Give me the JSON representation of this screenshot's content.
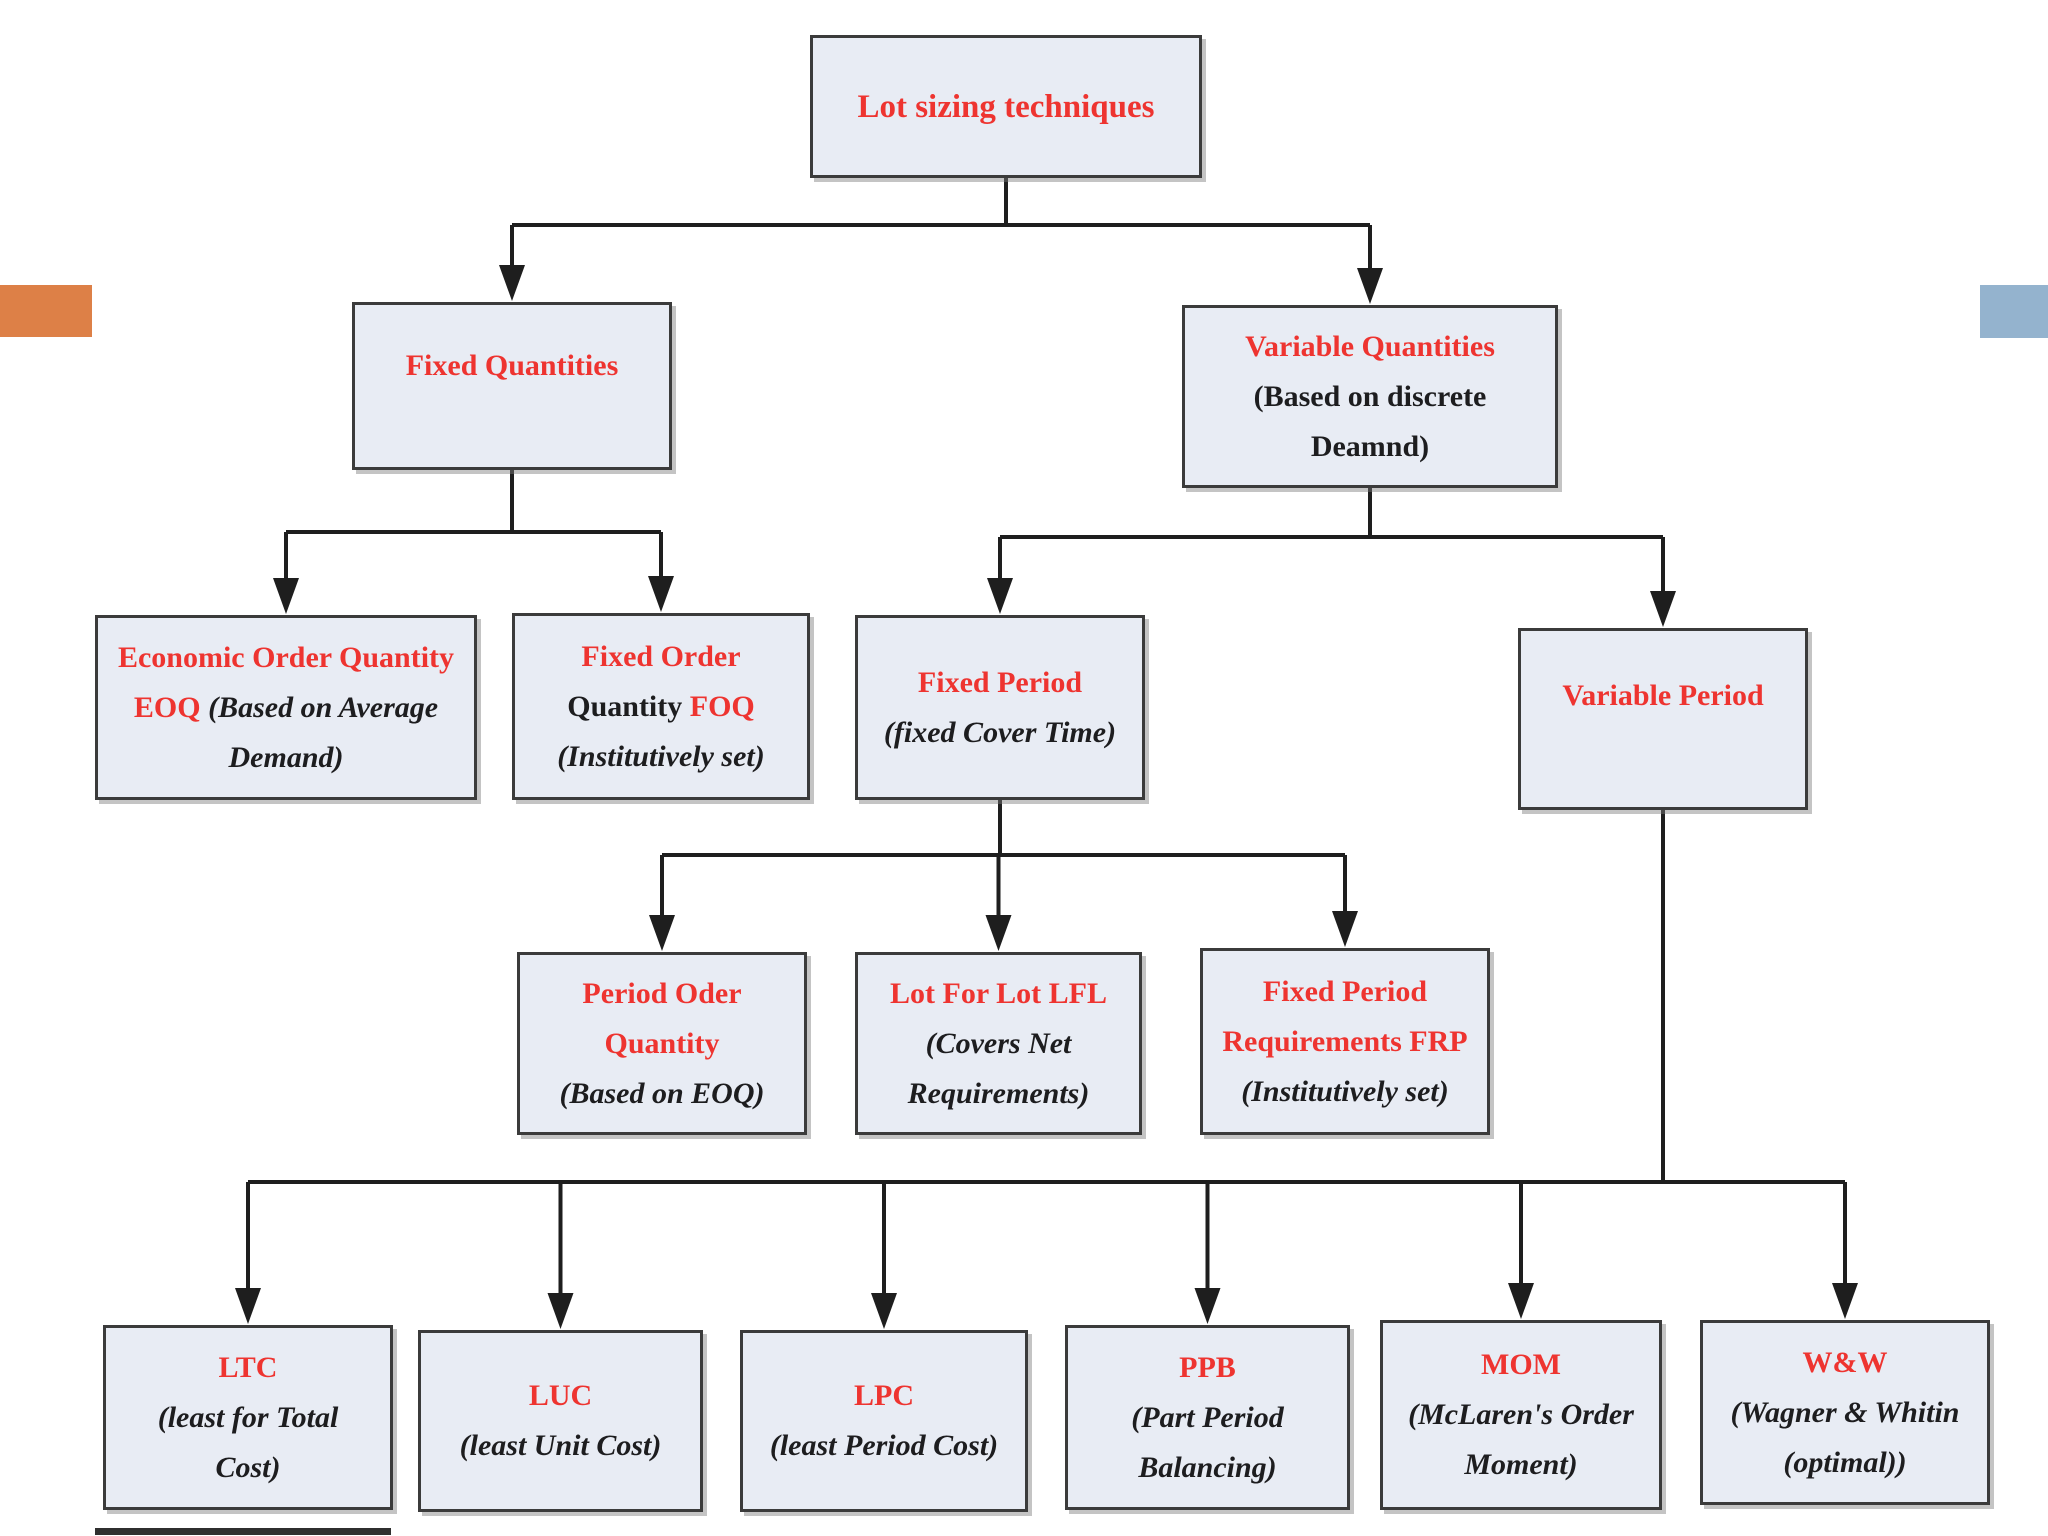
{
  "diagram": {
    "title": "Lot sizing techniques",
    "colors": {
      "background": "#ffffff",
      "node_fill": "#e8ecf4",
      "node_border": "#3b3b3b",
      "red_text": "#ee3430",
      "dark_text": "#1d1d1f",
      "connector": "#1e1e1e",
      "left_accent_bar": "#dd8047",
      "right_accent_bar": "#94b3ce"
    },
    "nodes": [
      {
        "id": "root",
        "lines": [
          [
            {
              "t": "Lot sizing techniques",
              "c": "red"
            }
          ]
        ]
      },
      {
        "id": "fixed-quantities",
        "lines": [
          [
            {
              "t": "Fixed Quantities",
              "c": "red"
            }
          ]
        ]
      },
      {
        "id": "variable-quantities",
        "lines": [
          [
            {
              "t": "Variable Quantities",
              "c": "red"
            }
          ],
          [
            {
              "t": "(Based on discrete",
              "c": "dark"
            }
          ],
          [
            {
              "t": "Deamnd)",
              "c": "dark"
            }
          ]
        ]
      },
      {
        "id": "eoq",
        "lines": [
          [
            {
              "t": "Economic Order Quantity",
              "c": "red"
            }
          ],
          [
            {
              "t": "EOQ ",
              "c": "red"
            },
            {
              "t": "(Based on Average",
              "c": "dark",
              "i": true
            }
          ],
          [
            {
              "t": "Demand)",
              "c": "dark",
              "i": true
            }
          ]
        ]
      },
      {
        "id": "foq",
        "lines": [
          [
            {
              "t": "Fixed Order",
              "c": "red"
            }
          ],
          [
            {
              "t": "Quantity ",
              "c": "dark"
            },
            {
              "t": "FOQ",
              "c": "red"
            }
          ],
          [
            {
              "t": "(Institutively set)",
              "c": "dark",
              "i": true
            }
          ]
        ]
      },
      {
        "id": "fixed-period",
        "lines": [
          [
            {
              "t": "Fixed Period",
              "c": "red"
            }
          ],
          [
            {
              "t": "(fixed Cover Time)",
              "c": "dark",
              "i": true
            }
          ]
        ]
      },
      {
        "id": "variable-period",
        "lines": [
          [
            {
              "t": "Variable Period",
              "c": "red"
            }
          ]
        ]
      },
      {
        "id": "poq",
        "lines": [
          [
            {
              "t": "Period Oder",
              "c": "red"
            }
          ],
          [
            {
              "t": "Quantity",
              "c": "red"
            }
          ],
          [
            {
              "t": "(Based on EOQ)",
              "c": "dark",
              "i": true
            }
          ]
        ]
      },
      {
        "id": "lfl",
        "lines": [
          [
            {
              "t": "Lot For Lot LFL",
              "c": "red"
            }
          ],
          [
            {
              "t": "(Covers Net",
              "c": "dark",
              "i": true
            }
          ],
          [
            {
              "t": "Requirements)",
              "c": "dark",
              "i": true
            }
          ]
        ]
      },
      {
        "id": "frp",
        "lines": [
          [
            {
              "t": "Fixed Period",
              "c": "red"
            }
          ],
          [
            {
              "t": "Requirements FRP",
              "c": "red"
            }
          ],
          [
            {
              "t": "(Institutively set)",
              "c": "dark",
              "i": true
            }
          ]
        ]
      },
      {
        "id": "ltc",
        "lines": [
          [
            {
              "t": "LTC",
              "c": "red"
            }
          ],
          [
            {
              "t": "(least for Total",
              "c": "dark",
              "i": true
            }
          ],
          [
            {
              "t": "Cost)",
              "c": "dark",
              "i": true
            }
          ]
        ]
      },
      {
        "id": "luc",
        "lines": [
          [
            {
              "t": "LUC",
              "c": "red"
            }
          ],
          [
            {
              "t": "(least Unit Cost)",
              "c": "dark",
              "i": true
            }
          ]
        ]
      },
      {
        "id": "lpc",
        "lines": [
          [
            {
              "t": "LPC",
              "c": "red"
            }
          ],
          [
            {
              "t": "(least Period Cost)",
              "c": "dark",
              "i": true
            }
          ]
        ]
      },
      {
        "id": "ppb",
        "lines": [
          [
            {
              "t": "PPB",
              "c": "red"
            }
          ],
          [
            {
              "t": "(Part Period",
              "c": "dark",
              "i": true
            }
          ],
          [
            {
              "t": "Balancing)",
              "c": "dark",
              "i": true
            }
          ]
        ]
      },
      {
        "id": "mom",
        "lines": [
          [
            {
              "t": "MOM",
              "c": "red"
            }
          ],
          [
            {
              "t": "(McLaren's Order",
              "c": "dark",
              "i": true
            }
          ],
          [
            {
              "t": "Moment)",
              "c": "dark",
              "i": true
            }
          ]
        ]
      },
      {
        "id": "ww",
        "lines": [
          [
            {
              "t": "W&W",
              "c": "red"
            }
          ],
          [
            {
              "t": "(Wagner & Whitin",
              "c": "dark",
              "i": true
            }
          ],
          [
            {
              "t": "(optimal))",
              "c": "dark",
              "i": true
            }
          ]
        ]
      }
    ],
    "edges": [
      {
        "parent": "root",
        "children": [
          "fixed-quantities",
          "variable-quantities"
        ]
      },
      {
        "parent": "fixed-quantities",
        "children": [
          "eoq",
          "foq"
        ]
      },
      {
        "parent": "variable-quantities",
        "children": [
          "fixed-period",
          "variable-period"
        ]
      },
      {
        "parent": "fixed-period",
        "children": [
          "poq",
          "lfl",
          "frp"
        ]
      },
      {
        "parent": "variable-period",
        "children": [
          "ltc",
          "luc",
          "lpc",
          "ppb",
          "mom",
          "ww"
        ]
      }
    ]
  }
}
